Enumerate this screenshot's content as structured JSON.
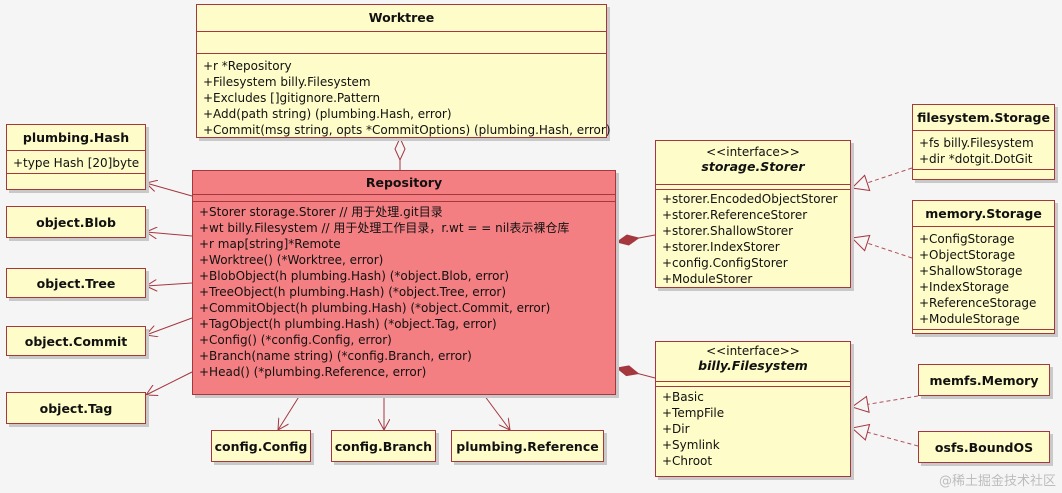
{
  "classes": {
    "worktree": {
      "title": "Worktree",
      "members": [
        "+r *Repository",
        "+Filesystem billy.Filesystem",
        "+Excludes []gitignore.Pattern",
        "+Add(path string) (plumbing.Hash, error)",
        "+Commit(msg string, opts *CommitOptions) (plumbing.Hash, error)"
      ]
    },
    "repository": {
      "title": "Repository",
      "members": [
        "+Storer storage.Storer // 用于处理.git目录",
        "+wt billy.Filesystem // 用于处理工作目录，r.wt = = nil表示裸仓库",
        "+r map[string]*Remote",
        "+Worktree() (*Worktree, error)",
        "+BlobObject(h plumbing.Hash) (*object.Blob, error)",
        "+TreeObject(h plumbing.Hash) (*object.Tree, error)",
        "+CommitObject(h plumbing.Hash) (*object.Commit, error)",
        "+TagObject(h plumbing.Hash) (*object.Tag, error)",
        "+Config() (*config.Config, error)",
        "+Branch(name string) (*config.Branch, error)",
        "+Head() (*plumbing.Reference, error)"
      ]
    },
    "plumbing_hash": {
      "title": "plumbing.Hash",
      "members": [
        "+type Hash [20]byte"
      ]
    },
    "object_blob": {
      "title": "object.Blob"
    },
    "object_tree": {
      "title": "object.Tree"
    },
    "object_commit": {
      "title": "object.Commit"
    },
    "object_tag": {
      "title": "object.Tag"
    },
    "config_config": {
      "title": "config.Config"
    },
    "config_branch": {
      "title": "config.Branch"
    },
    "plumbing_reference": {
      "title": "plumbing.Reference"
    },
    "storage_storer": {
      "stereotype": "<<interface>>",
      "title": "storage.Storer",
      "members": [
        "+storer.EncodedObjectStorer",
        "+storer.ReferenceStorer",
        "+storer.ShallowStorer",
        "+storer.IndexStorer",
        "+config.ConfigStorer",
        "+ModuleStorer"
      ]
    },
    "billy_filesystem": {
      "stereotype": "<<interface>>",
      "title": "billy.Filesystem",
      "members": [
        "+Basic",
        "+TempFile",
        "+Dir",
        "+Symlink",
        "+Chroot"
      ]
    },
    "filesystem_storage": {
      "title": "filesystem.Storage",
      "members": [
        "+fs billy.Filesystem",
        "+dir *dotgit.DotGit"
      ]
    },
    "memory_storage": {
      "title": "memory.Storage",
      "members": [
        "+ConfigStorage",
        "+ObjectStorage",
        "+ShallowStorage",
        "+IndexStorage",
        "+ReferenceStorage",
        "+ModuleStorage"
      ]
    },
    "memfs_memory": {
      "title": "memfs.Memory"
    },
    "osfs_boundos": {
      "title": "osfs.BoundOS"
    }
  },
  "watermark": "@稀土掘金技术社区",
  "colors": {
    "class_fill": "#fefcc8",
    "highlight_fill": "#f47f82",
    "border": "#a5373f",
    "edge": "#a5373f",
    "dashed_edge": "#b0505a"
  }
}
